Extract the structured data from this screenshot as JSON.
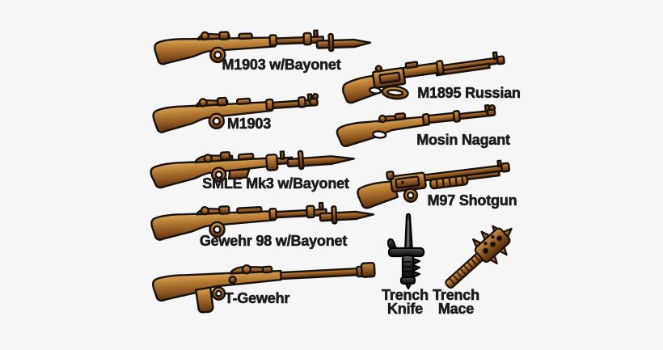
{
  "page": {
    "background": "#f5f6f5",
    "text_color": "#1c1c1c"
  },
  "palette": {
    "wood_light": "#d9a75b",
    "wood_mid": "#8f5620",
    "wood_dark": "#5c3110",
    "metal_light": "#c68e45",
    "metal_dark": "#512a0e",
    "steel_light": "#5a5a5a",
    "steel_dark": "#0d0d0d",
    "outline": "#17110c"
  },
  "weapons": [
    {
      "id": "m1903-bayonet",
      "label": "M1903 w/Bayonet"
    },
    {
      "id": "m1895-russian",
      "label": "M1895 Russian"
    },
    {
      "id": "m1903",
      "label": "M1903"
    },
    {
      "id": "mosin-nagant",
      "label": "Mosin Nagant"
    },
    {
      "id": "smle-mk3-bayonet",
      "label": "SMLE Mk3 w/Bayonet"
    },
    {
      "id": "m97-shotgun",
      "label": "M97 Shotgun"
    },
    {
      "id": "gewehr-98-bayonet",
      "label": "Gewehr 98 w/Bayonet"
    },
    {
      "id": "t-gewehr",
      "label": "T-Gewehr"
    },
    {
      "id": "trench-knife",
      "label_line1": "Trench",
      "label_line2": "Knife"
    },
    {
      "id": "trench-mace",
      "label_line1": "Trench",
      "label_line2": "Mace"
    }
  ]
}
